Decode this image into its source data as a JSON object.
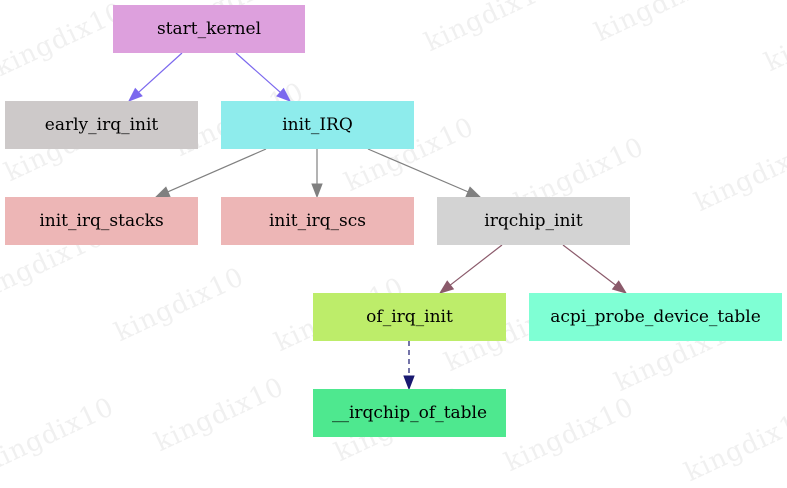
{
  "diagram": {
    "nodes": [
      {
        "id": "start_kernel",
        "label": "start_kernel",
        "color": "#dda0dd"
      },
      {
        "id": "early_irq_init",
        "label": "early_irq_init",
        "color": "#cdc9c9"
      },
      {
        "id": "init_IRQ",
        "label": "init_IRQ",
        "color": "#8eecec"
      },
      {
        "id": "init_irq_stacks",
        "label": "init_irq_stacks",
        "color": "#edb6b6"
      },
      {
        "id": "init_irq_scs",
        "label": "init_irq_scs",
        "color": "#edb6b6"
      },
      {
        "id": "irqchip_init",
        "label": "irqchip_init",
        "color": "#d3d3d3"
      },
      {
        "id": "of_irq_init",
        "label": "of_irq_init",
        "color": "#bded6a"
      },
      {
        "id": "acpi_probe_device_table",
        "label": "acpi_probe_device_table",
        "color": "#7fffd4"
      },
      {
        "id": "__irqchip_of_table",
        "label": "__irqchip_of_table",
        "color": "#4ee88f"
      }
    ],
    "edges": [
      {
        "from": "start_kernel",
        "to": "early_irq_init",
        "color": "#7b68ee",
        "style": "solid"
      },
      {
        "from": "start_kernel",
        "to": "init_IRQ",
        "color": "#7b68ee",
        "style": "solid"
      },
      {
        "from": "init_IRQ",
        "to": "init_irq_stacks",
        "color": "#808080",
        "style": "solid"
      },
      {
        "from": "init_IRQ",
        "to": "init_irq_scs",
        "color": "#808080",
        "style": "solid"
      },
      {
        "from": "init_IRQ",
        "to": "irqchip_init",
        "color": "#808080",
        "style": "solid"
      },
      {
        "from": "irqchip_init",
        "to": "of_irq_init",
        "color": "#8b5a6b",
        "style": "solid"
      },
      {
        "from": "irqchip_init",
        "to": "acpi_probe_device_table",
        "color": "#8b5a6b",
        "style": "solid"
      },
      {
        "from": "of_irq_init",
        "to": "__irqchip_of_table",
        "color": "#191970",
        "style": "dashed"
      }
    ],
    "watermark": "kingdix10"
  }
}
